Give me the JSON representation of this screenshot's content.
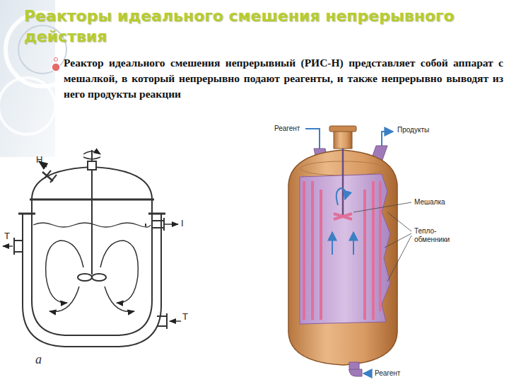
{
  "diagram": {
    "title": "Реакторы идеального смешения непрерывного действия",
    "labels": [
      "Реактор идеального смешения непрерывный (РИС-Н) представляет собой аппарат с мешалкой, в который непрерывно подают реагенты, и также непрерывно выводят из него продукты реакции",
      "Н",
      "Т",
      "I",
      "Т",
      "а",
      "Реагент",
      "Продукты",
      "Мешалка",
      "Тепло- обменники",
      "Реагент"
    ]
  }
}
